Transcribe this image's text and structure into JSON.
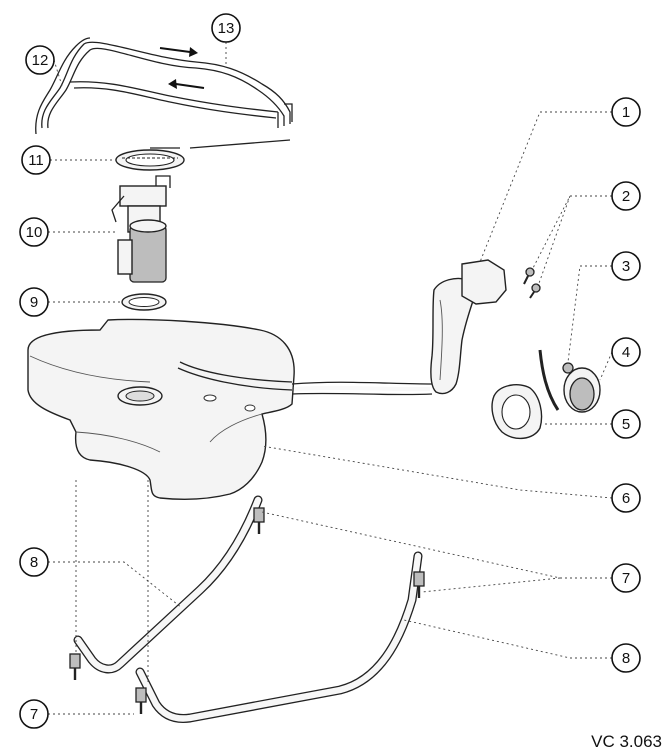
{
  "callouts": [
    {
      "id": "c1",
      "label": "1"
    },
    {
      "id": "c2",
      "label": "2"
    },
    {
      "id": "c3",
      "label": "3"
    },
    {
      "id": "c4",
      "label": "4"
    },
    {
      "id": "c5",
      "label": "5"
    },
    {
      "id": "c6",
      "label": "6"
    },
    {
      "id": "c7r",
      "label": "7"
    },
    {
      "id": "c8r",
      "label": "8"
    },
    {
      "id": "c8l",
      "label": "8"
    },
    {
      "id": "c7l",
      "label": "7"
    },
    {
      "id": "c9",
      "label": "9"
    },
    {
      "id": "c10",
      "label": "10"
    },
    {
      "id": "c11",
      "label": "11"
    },
    {
      "id": "c12",
      "label": "12"
    },
    {
      "id": "c13",
      "label": "13"
    }
  ],
  "reference_code": "VC 3.063"
}
